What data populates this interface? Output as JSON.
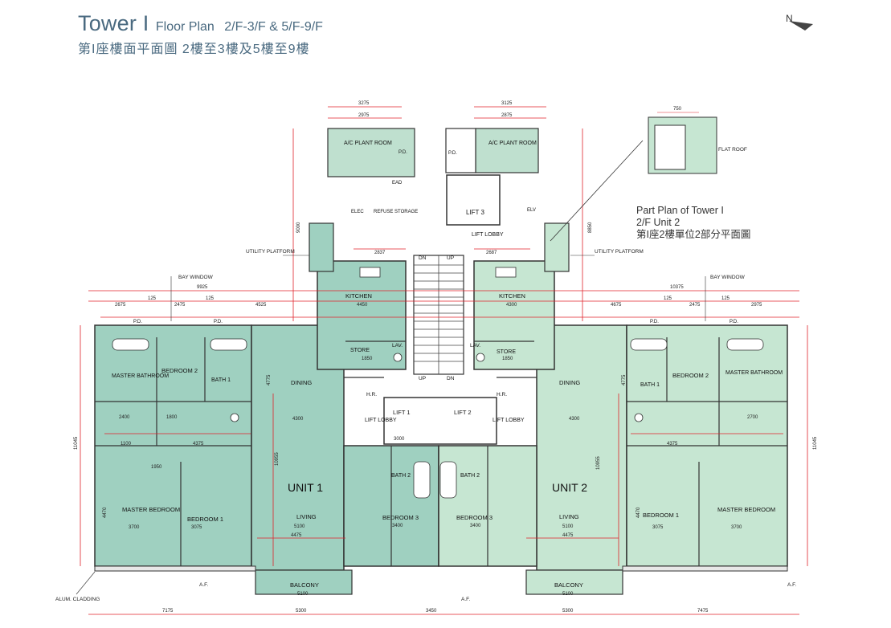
{
  "title": {
    "tower": "Tower I",
    "floor_plan": "Floor Plan",
    "range": "2/F-3/F & 5/F-9/F",
    "chinese": "第I座樓面平面圖  2樓至3樓及5樓至9樓"
  },
  "compass": {
    "label": "N"
  },
  "part_plan": {
    "line1": "Part Plan of Tower I",
    "line2": "2/F Unit 2",
    "line3": "第I座2樓單位2部分平面圖"
  },
  "colors": {
    "unit1_fill": "#9fd0c0",
    "unit2_fill": "#c6e6d2",
    "core_fill": "#bfe0cf",
    "dimension_red": "#e0222a",
    "wall": "#333333"
  },
  "units": {
    "unit1": "UNIT 1",
    "unit2": "UNIT 2"
  },
  "rooms": {
    "ac_plant_room": "A/C PLANT ROOM",
    "pd": "P.D.",
    "lift3": "LIFT 3",
    "lift1": "LIFT 1",
    "lift2": "LIFT 2",
    "lift_lobby": "LIFT LOBBY",
    "elec": "ELEC",
    "elv": "ELV",
    "ead": "EAD",
    "refuse_storage": "REFUSE STORAGE",
    "kitchen": "KITCHEN",
    "store": "STORE",
    "lav": "LAV.",
    "dining": "DINING",
    "living": "LIVING",
    "balcony": "BALCONY",
    "master_bedroom": "MASTER BEDROOM",
    "master_bathroom": "MASTER BATHROOM",
    "bedroom1": "BEDROOM 1",
    "bedroom2": "BEDROOM 2",
    "bedroom3": "BEDROOM 3",
    "bath1": "BATH 1",
    "bath2": "BATH 2",
    "hr": "H.R.",
    "up": "UP",
    "dn": "DN"
  },
  "annotations": {
    "utility_platform": "UTILITY PLATFORM",
    "bay_window": "BAY WINDOW",
    "flat_roof": "FLAT ROOF",
    "af": "A.F.",
    "alum_cladding": "ALUM. CLADDING"
  },
  "dimensions": {
    "top_left_overall": "9925",
    "top_right_overall": "10375",
    "core_left_top": "3275",
    "core_left_inner": "2975",
    "core_right_top": "3125",
    "core_right_inner": "2875",
    "top_row_left": [
      "2675",
      "125",
      "2475",
      "125",
      "4525"
    ],
    "top_row_right": [
      "4675",
      "125",
      "2475",
      "125",
      "2975"
    ],
    "kitchen_left": "4450",
    "kitchen_right": "4300",
    "dining_width": "4300",
    "living_width": "5100",
    "living_overall": "4475",
    "balcony_width": "5100",
    "bottom_row": [
      "7175",
      "5300",
      "3450",
      "5300",
      "7475"
    ],
    "overall_height": "11045",
    "dining_height": "4775",
    "living_height": "10955",
    "bedroom_height": "4470",
    "bedroom_widths": [
      "3700",
      "3075"
    ],
    "bedroom3_width": "3400",
    "store_width": "1850",
    "lobby_width": "2837",
    "lobby_width_right": "2687",
    "lift_lobby_width": "3000",
    "core_height": "9000",
    "core_height_right": "8850",
    "bathroom_row": [
      "2400",
      "1800",
      "2700",
      "1950",
      "1100",
      "4375"
    ]
  }
}
